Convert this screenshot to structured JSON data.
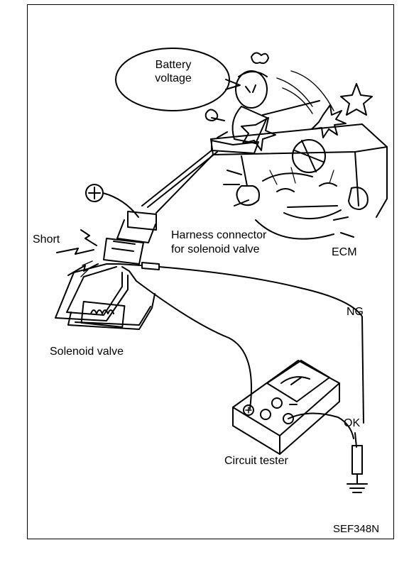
{
  "labels": {
    "battery_line1": "Battery",
    "battery_line2": "voltage",
    "short": "Short",
    "harness_line1": "Harness connector",
    "harness_line2": "for solenoid valve",
    "ecm": "ECM",
    "ng": "NG",
    "solenoid_valve": "Solenoid valve",
    "ok": "OK",
    "circuit_tester": "Circuit tester",
    "figure_code": "SEF348N"
  }
}
